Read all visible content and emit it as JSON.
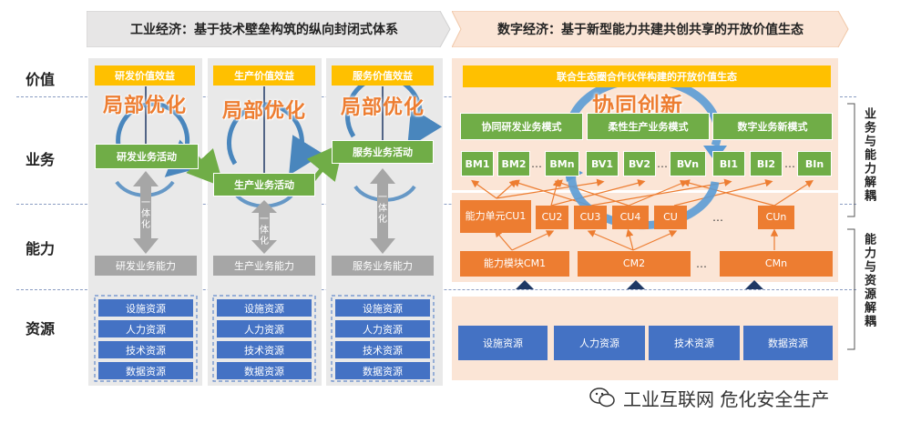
{
  "banners": {
    "left": "工业经济：基于技术壁垒构筑的纵向封闭式体系",
    "right": "数字经济：基于新型能力共建共创共享的开放价值生态"
  },
  "row_labels": {
    "value": "价值",
    "business": "业务",
    "capability": "能力",
    "resource": "资源"
  },
  "columns": [
    {
      "value": "研发价值效益",
      "wordart": "局部优化",
      "activity": "研发业务活动",
      "integration": "一体化",
      "capability": "研发业务能力"
    },
    {
      "value": "生产价值效益",
      "wordart": "局部优化",
      "activity": "生产业务活动",
      "integration": "一体化",
      "capability": "生产业务能力"
    },
    {
      "value": "服务价值效益",
      "wordart": "局部优化",
      "activity": "服务业务活动",
      "integration": "一体化",
      "capability": "服务业务能力"
    }
  ],
  "resources": [
    "设施资源",
    "人力资源",
    "技术资源",
    "数据资源"
  ],
  "right": {
    "value": "联合生态圈合作伙伴构建的开放价值生态",
    "wordart": "协同创新",
    "modes": [
      "协同研发业务模式",
      "柔性生产业务模式",
      "数字业务新模式"
    ],
    "bm": [
      "BM1",
      "BM2",
      "BMn"
    ],
    "bv": [
      "BV1",
      "BV2",
      "BVn"
    ],
    "bi": [
      "BI1",
      "BI2",
      "BIn"
    ],
    "ellipsis": "…",
    "cu": [
      "能力单元CU1",
      "CU2",
      "CU3",
      "CU4",
      "CU",
      "CUn"
    ],
    "cm": [
      "能力模块CM1",
      "CM2",
      "CMn"
    ],
    "resources": [
      "设施资源",
      "人力资源",
      "技术资源",
      "数据资源"
    ]
  },
  "side_labels": [
    "业务与能力解耦",
    "能力与资源解耦"
  ],
  "watermark": "工业互联网 危化安全生产",
  "colors": {
    "yellow": "#ffc000",
    "green": "#70ad47",
    "blue": "#4472c4",
    "orange": "#ed7d31",
    "grey": "#a6a6a6",
    "peach": "#fbe5d6"
  }
}
